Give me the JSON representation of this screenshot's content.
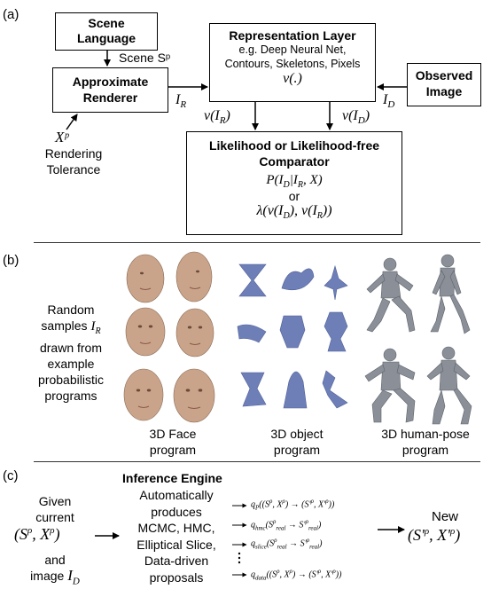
{
  "panel_a": {
    "label": "(a)",
    "scene_language": "Scene\nLanguage",
    "scene_arrow_label": "Scene Sᵖ",
    "approx_renderer": "Approximate\nRenderer",
    "rep_layer_title": "Representation Layer",
    "rep_layer_desc": "e.g. Deep Neural Net,\nContours, Skeletons, Pixels",
    "rep_layer_func": "ν(.)",
    "observed_image": "Observed\nImage",
    "ir_label": "I",
    "ir_sub": "R",
    "id_label": "I",
    "id_sub": "D",
    "nu_ir": "ν(I",
    "nu_id": "ν(I",
    "close_paren": ")",
    "x_rho": "Xᵖ",
    "rendering_tolerance": "Rendering\nTolerance",
    "comparator_title": "Likelihood or Likelihood-free\nComparator",
    "comparator_eq1": "P(I_D | I_R, X)",
    "comparator_or": "or",
    "comparator_eq2": "λ(ν(I_D), ν(I_R))"
  },
  "panel_b": {
    "label": "(b)",
    "random_samples": "Random\nsamples I_R\ndrawn from\nexample\nprobabilistic\nprograms",
    "face_caption": "3D Face\nprogram",
    "object_caption": "3D object\nprogram",
    "pose_caption": "3D human-pose\nprogram"
  },
  "panel_c": {
    "label": "(c)",
    "given": "Given\ncurrent",
    "state": "(Sᵖ, Xᵖ)",
    "and_image": "and\nimage I_D",
    "engine_title": "Inference Engine",
    "engine_desc": "Automatically\nproduces\nMCMC, HMC,\nElliptical Slice,\nData-driven\nproposals",
    "q1": "q_P((Sᵖ, Xᵖ) → (S'ᵖ, X'ᵖ))",
    "q2": "q_hmc(Sᵖ_real → S'ᵖ_real)",
    "q3": "q_slice(Sᵖ_real → S'ᵖ_real)",
    "q4": "q_data((Sᵖ, Xᵖ) → (S'ᵖ, X'ᵖ))",
    "new_label": "New",
    "new_state": "(S'ᵖ, X'ᵖ)"
  },
  "colors": {
    "object_blue": "#6e7fb8",
    "pose_gray": "#8a8f98",
    "skin": "#c9a48a"
  }
}
